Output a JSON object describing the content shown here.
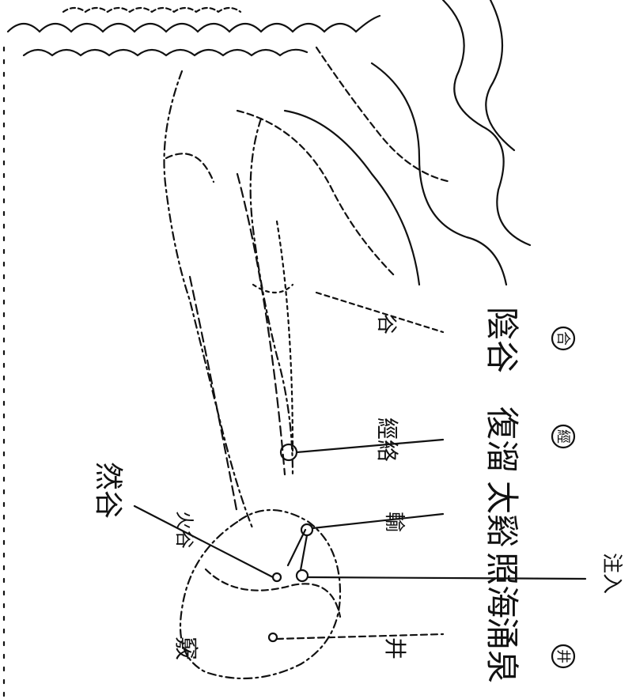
{
  "diagram": {
    "ink_color": "#111111",
    "paper_color": "#ffffff",
    "points": [
      {
        "id": "yinjiao",
        "label": "陰谷",
        "circled": "合",
        "note": "谷"
      },
      {
        "id": "fuliu",
        "label": "復溜",
        "circled": "經",
        "note": "經絡"
      },
      {
        "id": "taixi",
        "label": "太谿",
        "note": "輸"
      },
      {
        "id": "zhaohai",
        "label": "照海",
        "note": "注入"
      },
      {
        "id": "yongquan",
        "label": "涌泉",
        "circled": "井",
        "note": "井"
      },
      {
        "id": "rangu",
        "label": "然谷",
        "note": "火谷"
      },
      {
        "id": "toe",
        "label": "竅"
      }
    ]
  }
}
